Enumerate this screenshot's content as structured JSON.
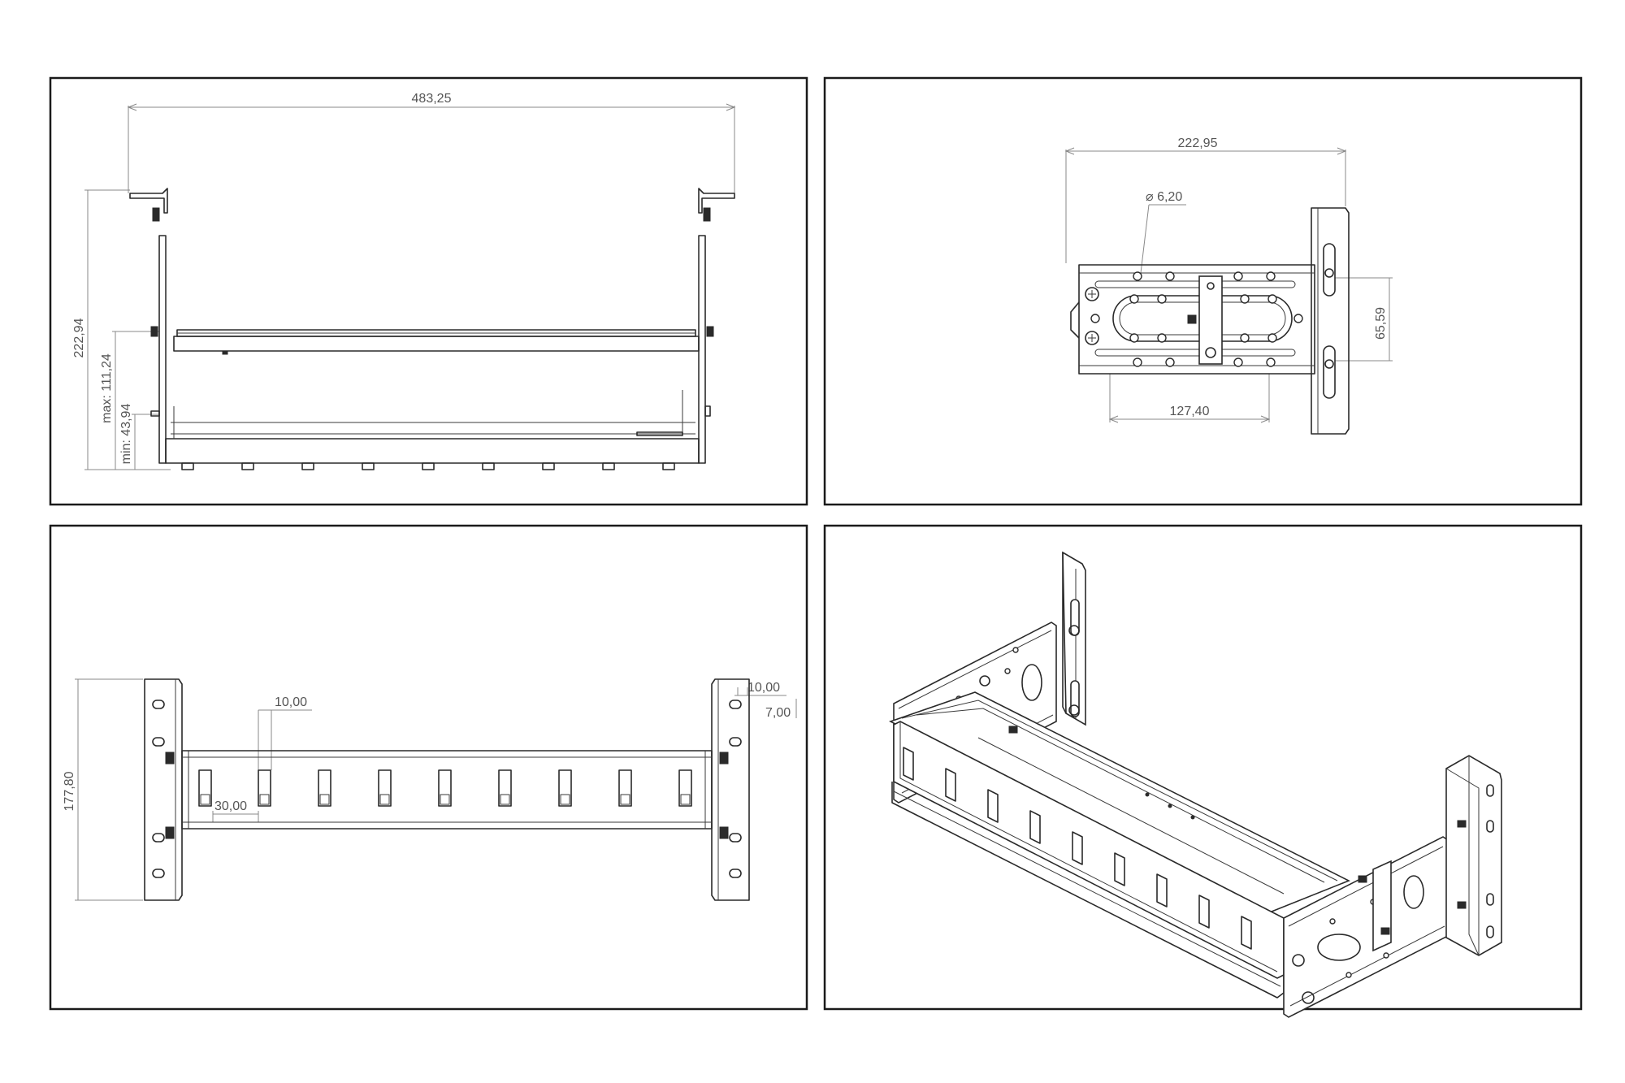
{
  "views": {
    "front": {
      "width_label": "483,25",
      "height_label": "222,94",
      "max_label": "max: 111,24",
      "min_label": "min: 43,94"
    },
    "side": {
      "width_label": "222,95",
      "hole_label": "⌀ 6,20",
      "slot_span_label": "127,40",
      "bracket_slot_label": "65,59"
    },
    "top": {
      "height_label": "177,80",
      "slot_width_label": "10,00",
      "slot_pitch_label": "30,00",
      "edge_offset_label": "10,00",
      "edge_depth_label": "7,00"
    },
    "iso": {}
  }
}
